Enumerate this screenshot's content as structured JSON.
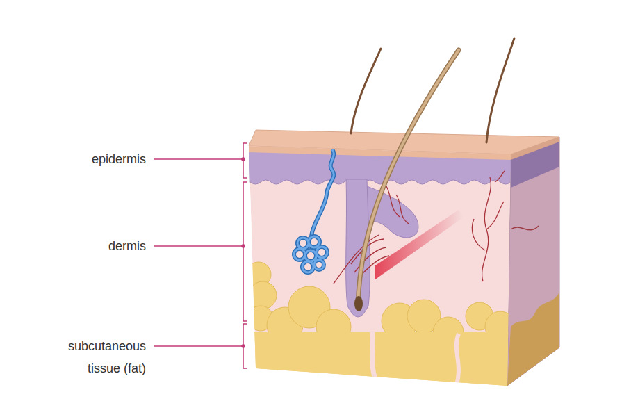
{
  "diagram": {
    "labels": [
      "epidermis",
      "dermis",
      "subcutaneous tissue (fat)"
    ]
  }
}
